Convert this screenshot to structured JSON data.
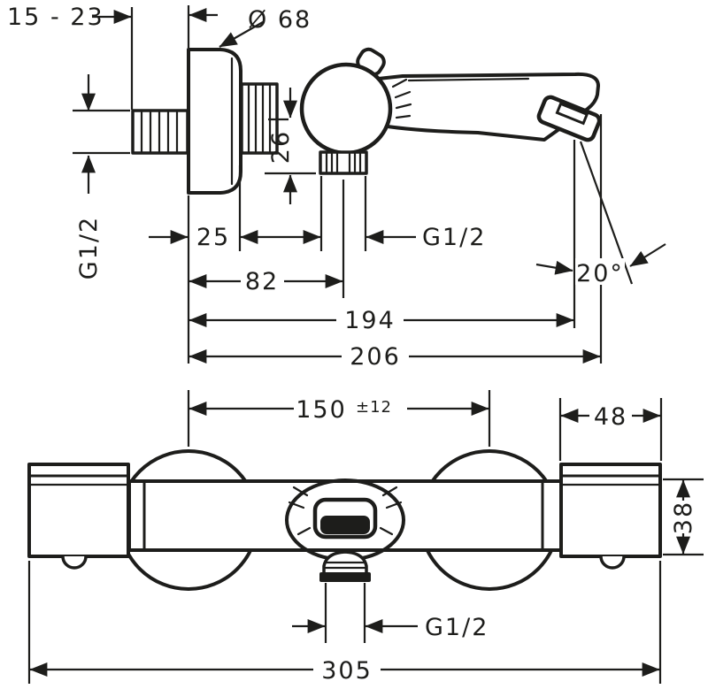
{
  "drawing": {
    "title": "thermostatic-bath-mixer-dimension-drawing",
    "colors": {
      "ink": "#1d1d1b",
      "background": "#ffffff"
    },
    "dimensions": {
      "wall_distance": "15 - 23",
      "escutcheon_diameter": "Ø 68",
      "inlet_thread": "G1/2",
      "outlet_height": "26",
      "escutcheon_to_valve": "25",
      "outlet_thread": "G1/2",
      "outlet_center_distance": "82",
      "spout_reach_aerator": "194",
      "spout_reach_total": "206",
      "aerator_angle": "20°",
      "inlet_centers": "150",
      "inlet_centers_tolerance": "±12",
      "handle_width": "48",
      "body_diameter": "38",
      "hose_outlet_thread": "G1/2",
      "overall_width": "305"
    }
  }
}
